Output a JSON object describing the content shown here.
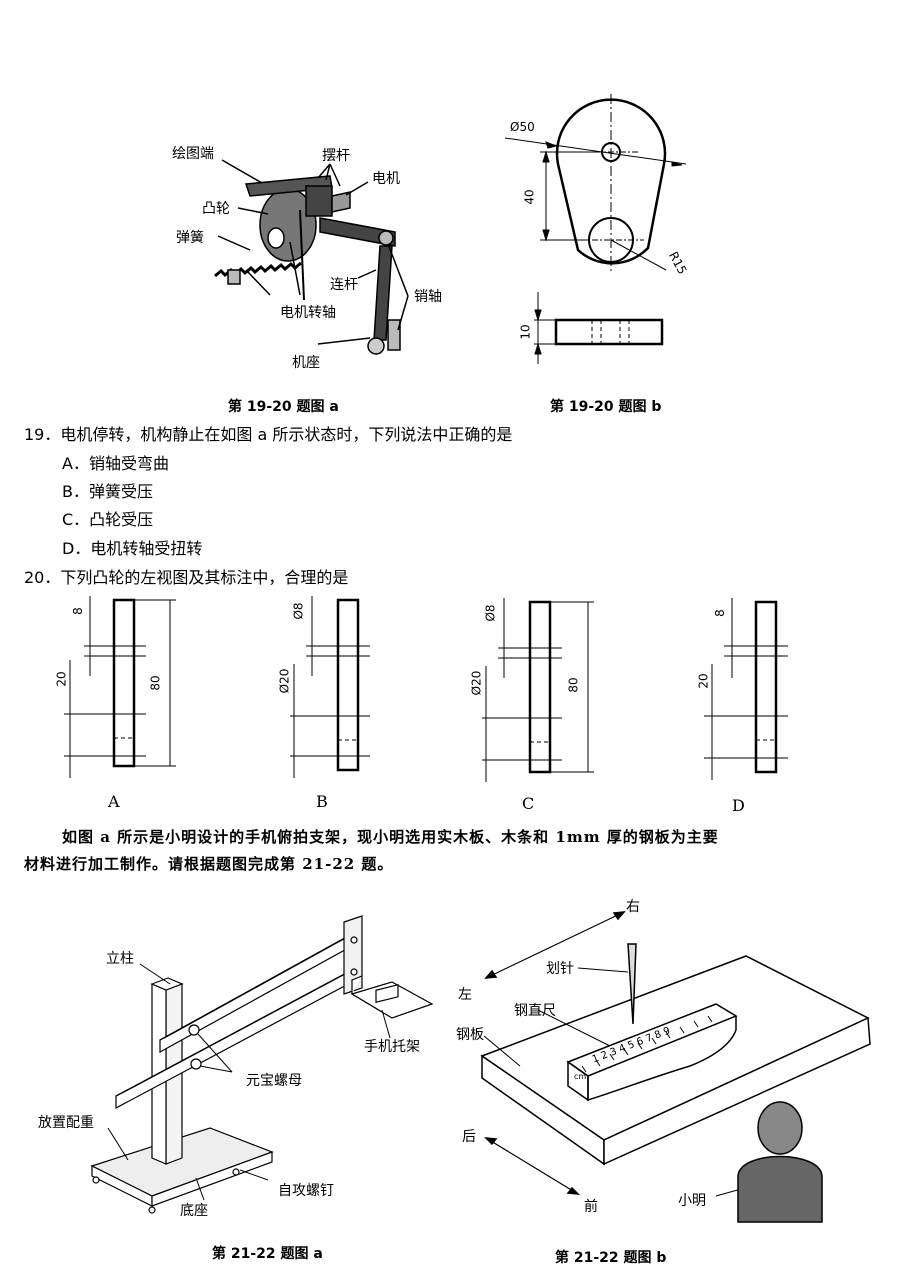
{
  "fig19a": {
    "labels": {
      "drawing_end": "绘图端",
      "swing_rod": "摆杆",
      "motor": "电机",
      "cam": "凸轮",
      "spring": "弹簧",
      "link_rod": "连杆",
      "pin_shaft": "销轴",
      "motor_shaft": "电机转轴",
      "base": "机座"
    },
    "caption": "第 19-20 题图 a"
  },
  "fig19b": {
    "dims": {
      "dia50": "Ø50",
      "d40": "40",
      "r15": "R15",
      "d10": "10"
    },
    "caption": "第 19-20 题图 b"
  },
  "q19": {
    "stem": "19．电机停转，机构静止在如图 a 所示状态时，下列说法中正确的是",
    "options": [
      "A．销轴受弯曲",
      "B．弹簧受压",
      "C．凸轮受压",
      "D．电机转轴受扭转"
    ]
  },
  "q20": {
    "stem": "20．下列凸轮的左视图及其标注中，合理的是",
    "views": [
      {
        "letter": "A",
        "top": "8",
        "mid": "20",
        "total": "80"
      },
      {
        "letter": "B",
        "top": "Ø8",
        "mid": "Ø20",
        "total": ""
      },
      {
        "letter": "C",
        "top": "Ø8",
        "mid": "Ø20",
        "total": "80"
      },
      {
        "letter": "D",
        "top": "8",
        "mid": "20",
        "total": ""
      }
    ]
  },
  "intro": {
    "line1": "如图 a 所示是小明设计的手机俯拍支架，现小明选用实木板、木条和 1mm 厚的钢板为主要",
    "line2": "材料进行加工制作。请根据题图完成第 21-22 题。"
  },
  "fig21a": {
    "labels": {
      "column": "立柱",
      "phone_holder": "手机托架",
      "wing_nut": "元宝螺母",
      "counterweight": "放置配重",
      "screw": "自攻螺钉",
      "base": "底座"
    },
    "caption": "第 21-22 题图 a"
  },
  "fig21b": {
    "labels": {
      "right": "右",
      "scriber": "划针",
      "left": "左",
      "steel_ruler": "钢直尺",
      "steel_plate": "钢板",
      "back": "后",
      "front": "前",
      "xiaoming": "小明",
      "ruler_nums": "1 2 3 4 5 6 7 8 9",
      "ruler_unit": "cm"
    },
    "caption": "第 21-22 题图 b"
  }
}
